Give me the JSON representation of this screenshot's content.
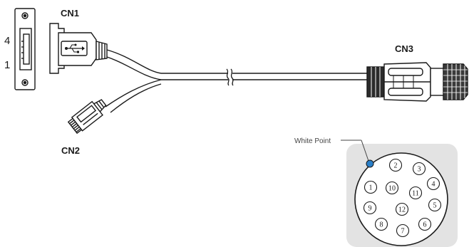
{
  "labels": {
    "cn1": "CN1",
    "cn2": "CN2",
    "cn3": "CN3",
    "usb_pin_top": "4",
    "usb_pin_bottom": "1",
    "white_point": "White Point"
  },
  "connector_face": {
    "pins": [
      "1",
      "2",
      "3",
      "4",
      "5",
      "6",
      "7",
      "8",
      "9",
      "10",
      "11",
      "12"
    ]
  },
  "colors": {
    "line": "#1a1a1a",
    "face_background": "#e3e3e3",
    "white_point": "#2a7fc8"
  },
  "icons": {
    "usb": "usb-icon",
    "cable_break": "cable-break-icon"
  }
}
